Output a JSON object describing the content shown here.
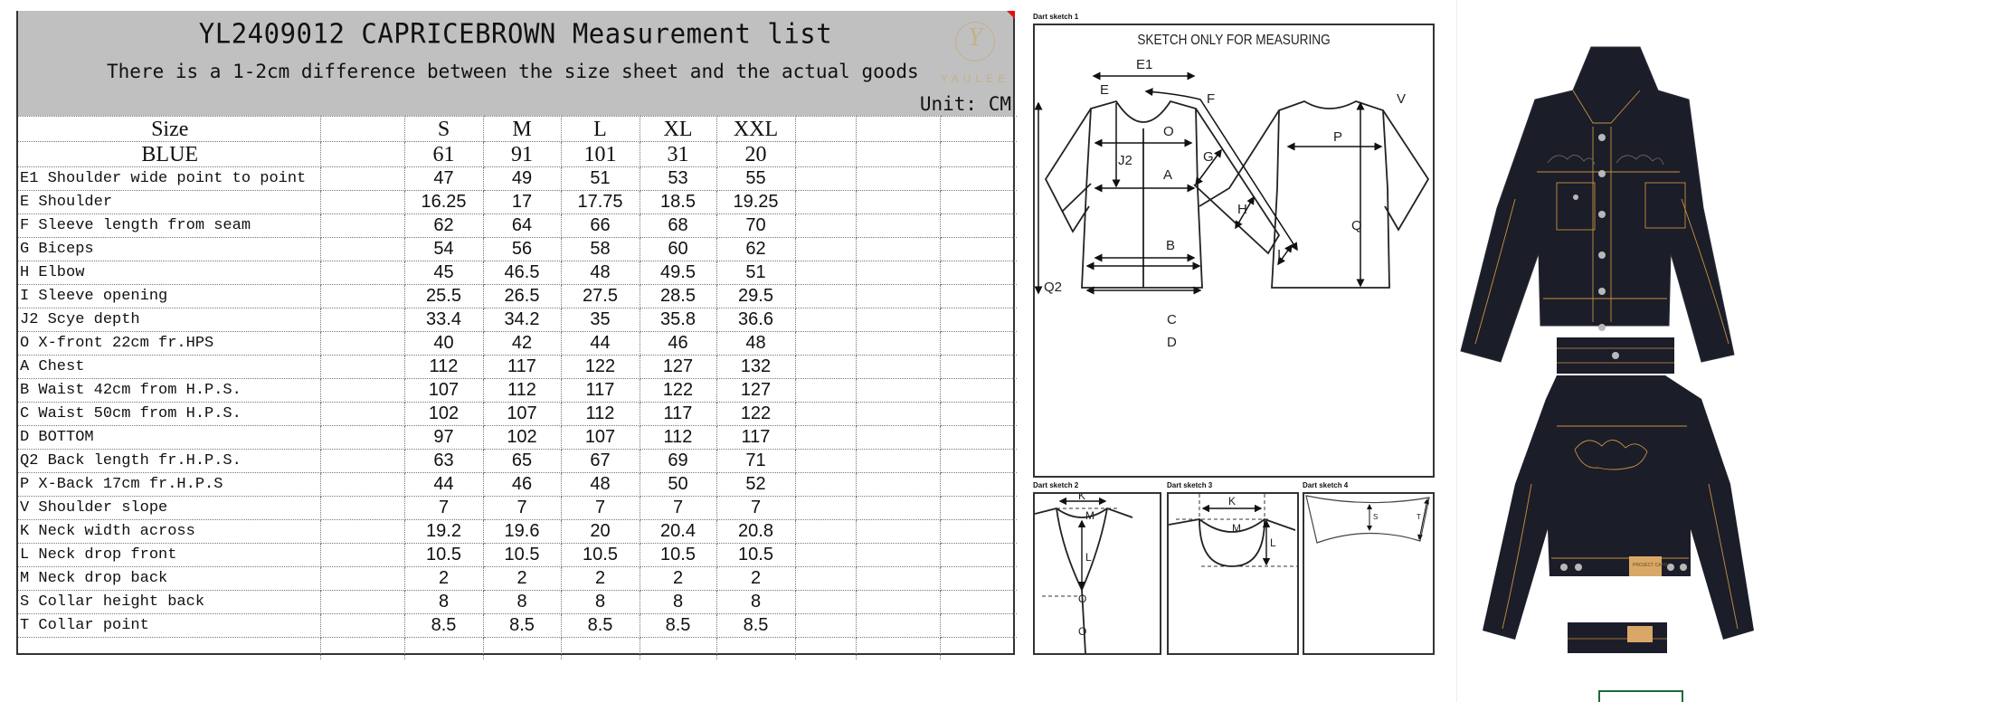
{
  "sheet": {
    "title": "YL2409012 CAPRICEBROWN Measurement list",
    "subtitle": "There is a 1-2cm difference between the size sheet and the actual goods",
    "unit": "Unit: CM",
    "logo": {
      "brand": "YAULEE",
      "mark": "Y"
    },
    "header_row": {
      "label": "Size",
      "sizes": [
        "S",
        "M",
        "L",
        "XL",
        "XXL"
      ]
    },
    "color_row": {
      "label": "BLUE",
      "quantities": [
        "61",
        "91",
        "101",
        "31",
        "20"
      ]
    },
    "rows": [
      {
        "label": "E1 Shoulder wide point to point",
        "values": [
          "47",
          "49",
          "51",
          "53",
          "55"
        ]
      },
      {
        "label": "E Shoulder",
        "values": [
          "16.25",
          "17",
          "17.75",
          "18.5",
          "19.25"
        ]
      },
      {
        "label": "F Sleeve length from seam",
        "values": [
          "62",
          "64",
          "66",
          "68",
          "70"
        ]
      },
      {
        "label": "G Biceps",
        "values": [
          "54",
          "56",
          "58",
          "60",
          "62"
        ]
      },
      {
        "label": "H Elbow",
        "values": [
          "45",
          "46.5",
          "48",
          "49.5",
          "51"
        ]
      },
      {
        "label": "I Sleeve opening",
        "values": [
          "25.5",
          "26.5",
          "27.5",
          "28.5",
          "29.5"
        ]
      },
      {
        "label": "J2 Scye depth",
        "values": [
          "33.4",
          "34.2",
          "35",
          "35.8",
          "36.6"
        ]
      },
      {
        "label": "O X-front 22cm fr.HPS",
        "values": [
          "40",
          "42",
          "44",
          "46",
          "48"
        ]
      },
      {
        "label": "A Chest",
        "values": [
          "112",
          "117",
          "122",
          "127",
          "132"
        ]
      },
      {
        "label": "B Waist 42cm from H.P.S.",
        "values": [
          "107",
          "112",
          "117",
          "122",
          "127"
        ]
      },
      {
        "label": "C Waist 50cm from H.P.S.",
        "values": [
          "102",
          "107",
          "112",
          "117",
          "122"
        ]
      },
      {
        "label": "D BOTTOM",
        "values": [
          "97",
          "102",
          "107",
          "112",
          "117"
        ]
      },
      {
        "label": "Q2 Back length fr.H.P.S.",
        "values": [
          "63",
          "65",
          "67",
          "69",
          "71"
        ]
      },
      {
        "label": "P  X-Back 17cm fr.H.P.S",
        "values": [
          "44",
          "46",
          "48",
          "50",
          "52"
        ]
      },
      {
        "label": "V Shoulder slope",
        "values": [
          "7",
          "7",
          "7",
          "7",
          "7"
        ]
      },
      {
        "label": "K Neck width across",
        "values": [
          "19.2",
          "19.6",
          "20",
          "20.4",
          "20.8"
        ]
      },
      {
        "label": "L Neck drop front",
        "values": [
          "10.5",
          "10.5",
          "10.5",
          "10.5",
          "10.5"
        ]
      },
      {
        "label": "M Neck drop back",
        "values": [
          "2",
          "2",
          "2",
          "2",
          "2"
        ]
      },
      {
        "label": "S Collar height back",
        "values": [
          "8",
          "8",
          "8",
          "8",
          "8"
        ]
      },
      {
        "label": "T Collar point",
        "values": [
          "8.5",
          "8.5",
          "8.5",
          "8.5",
          "8.5"
        ]
      }
    ]
  },
  "sketches": {
    "sketch1": {
      "caption": "Dart sketch 1",
      "title": "SKETCH ONLY FOR MEASURING",
      "labels": [
        "E1",
        "E",
        "F",
        "O",
        "J2",
        "G",
        "A",
        "H",
        "B",
        "I",
        "C",
        "D",
        "Q2",
        "P",
        "Q",
        "V"
      ]
    },
    "sketch2": {
      "caption": "Dart sketch 2",
      "labels": [
        "K",
        "M",
        "L",
        "O",
        "O"
      ]
    },
    "sketch3": {
      "caption": "Dart sketch 3",
      "labels": [
        "K",
        "M",
        "L"
      ]
    },
    "sketch4": {
      "caption": "Dart sketch 4",
      "labels": [
        "S",
        "T"
      ]
    }
  },
  "product": {
    "front_view": "denim-jacket-front",
    "back_view": "denim-jacket-back",
    "patch_text": "PROJECT CAPRI",
    "colors": {
      "denim": "#1b1d29",
      "stitch": "#c8913f",
      "patch": "#d9a868",
      "button": "#b8b8b8"
    }
  }
}
